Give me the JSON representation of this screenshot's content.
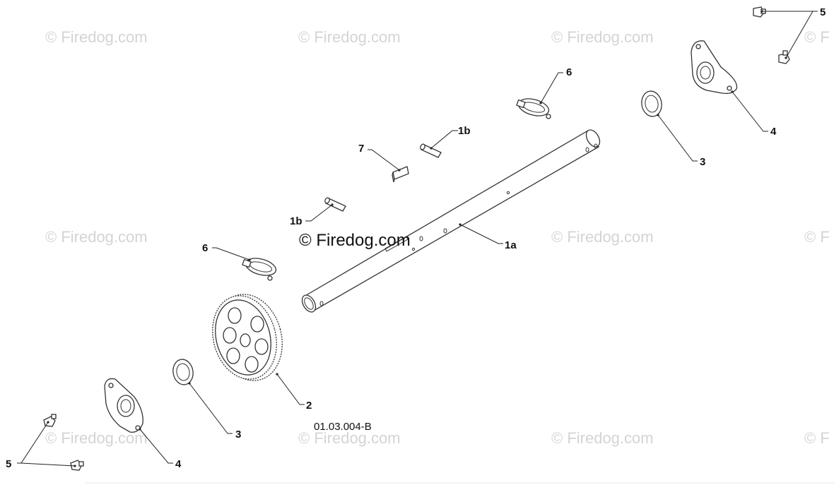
{
  "diagram": {
    "drawing_code": "01.03.004-B",
    "watermark_main": "© Firedog.com",
    "watermark_faint": "© Firedog.com",
    "watermark_edge": "© F",
    "callouts": {
      "shaft": "1a",
      "pin_upper": "1b",
      "pin_lower": "1b",
      "gear": "2",
      "washer_right": "3",
      "washer_left": "3",
      "bearing_right": "4",
      "bearing_left": "4",
      "bolt_right": "5",
      "bolt_left": "5",
      "clip_right": "6",
      "clip_left": "6",
      "key": "7"
    },
    "icons": [
      "shaft-icon",
      "gear-icon",
      "washer-icon",
      "bearing-flange-icon",
      "bolt-icon",
      "hairpin-clip-icon",
      "roll-pin-icon",
      "key-icon"
    ],
    "colors": {
      "line": "#333333",
      "watermark": "#d4d4d4",
      "text": "#111111"
    }
  }
}
